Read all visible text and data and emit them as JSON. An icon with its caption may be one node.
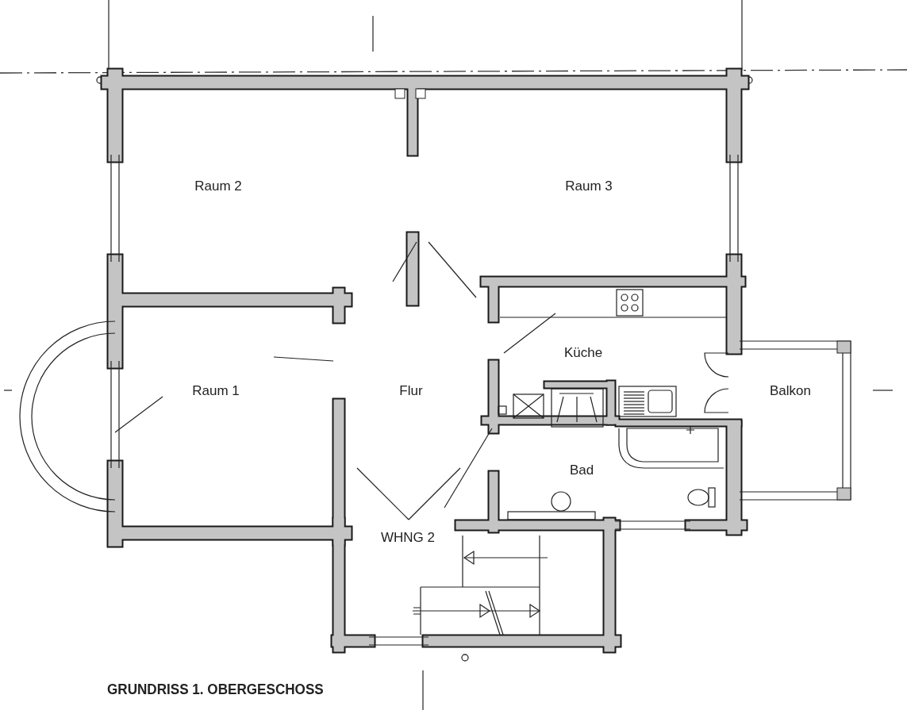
{
  "diagram": {
    "title": "GRUNDRISS 1. OBERGESCHOSS",
    "labels": [
      "Raum 2",
      "Raum 3",
      "Raum 1",
      "Flur",
      "Küche",
      "Balkon",
      "Bad",
      "WHNG 2"
    ]
  }
}
